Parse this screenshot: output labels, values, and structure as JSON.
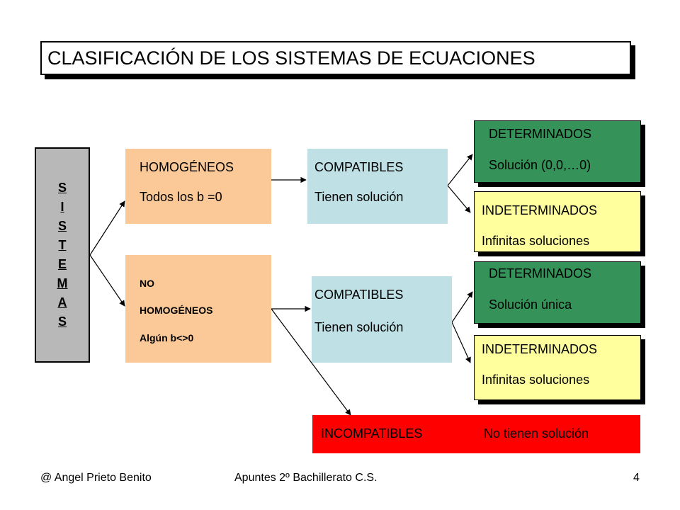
{
  "title": "CLASIFICACIÓN DE LOS SISTEMAS DE ECUACIONES",
  "root_letters": [
    "S",
    "I",
    "S",
    "T",
    "E",
    "M",
    "A",
    "S"
  ],
  "nodes": {
    "homogeneos": {
      "line1": "HOMOGÉNEOS",
      "line2": "Todos los b =0"
    },
    "no_homogeneos": {
      "line1": "NO",
      "line2": "HOMOGÉNEOS",
      "line3": "Algún b<>0"
    },
    "compatibles_1": {
      "line1": "COMPATIBLES",
      "line2": "Tienen solución"
    },
    "compatibles_2": {
      "line1": "COMPATIBLES",
      "line2": "Tienen solución"
    },
    "determinados_1": {
      "line1": "DETERMINADOS",
      "line2": "Solución (0,0,…0)"
    },
    "indeterminados_1": {
      "line1": "INDETERMINADOS",
      "line2": "Infinitas soluciones"
    },
    "determinados_2": {
      "line1": "DETERMINADOS",
      "line2": "Solución única"
    },
    "indeterminados_2": {
      "line1": "INDETERMINADOS",
      "line2": "Infinitas soluciones"
    },
    "incompatibles": {
      "label": "INCOMPATIBLES",
      "desc": "No tienen solución"
    }
  },
  "footer": {
    "author": "@  Angel Prieto Benito",
    "course": "Apuntes 2º Bachillerato C.S.",
    "page": "4"
  },
  "colors": {
    "root": "#b8b8b8",
    "homogeneity": "#fbc997",
    "compatible": "#bfe0e4",
    "determinado": "#35935a",
    "indeterminado": "#ffff9e",
    "incompatible": "#ff0000"
  }
}
